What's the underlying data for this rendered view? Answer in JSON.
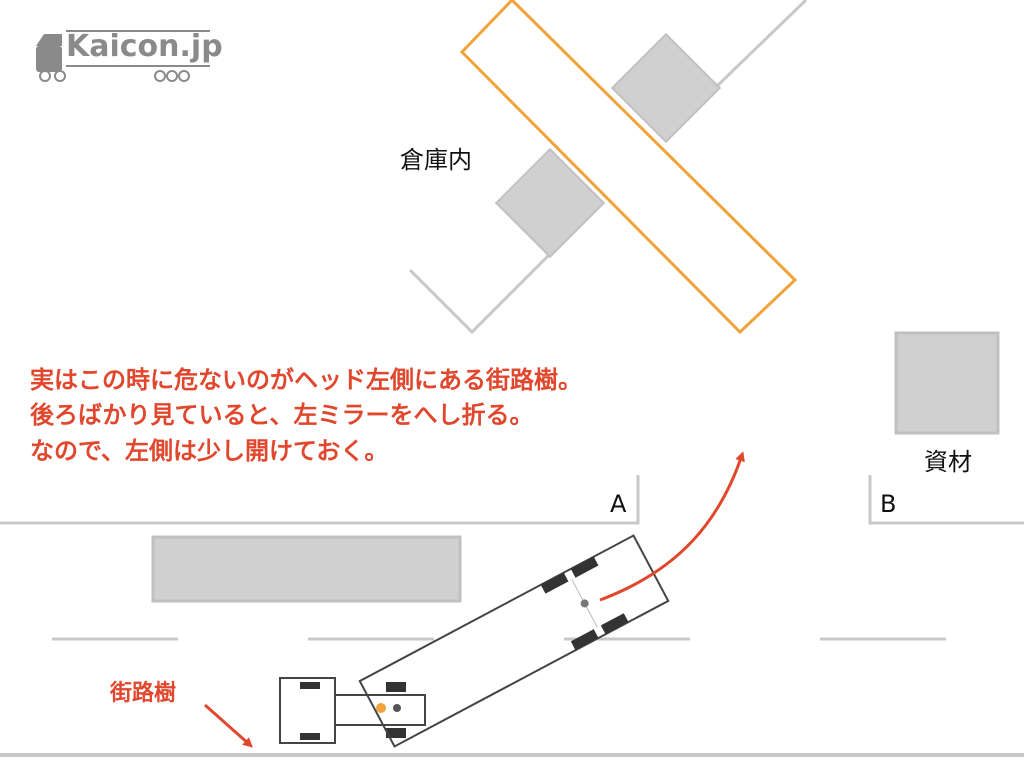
{
  "logo": {
    "text": "Kaicon.jp"
  },
  "labels": {
    "warehouse": "倉庫内",
    "materials": "資材",
    "point_a": "A",
    "point_b": "B",
    "street_tree": "街路樹"
  },
  "note": {
    "lines": [
      "実はこの時に危ないのがヘッド左側にある街路樹。",
      "後ろばかり見ていると、左ミラーをへし折る。",
      "なので、左側は少し開けておく。"
    ]
  },
  "colors": {
    "accent": "#e0472d",
    "dock": "#f0a33a",
    "wall": "#c8c8c8",
    "block_fill": "#d0d0d0",
    "block_stroke": "#bdbdbd",
    "truck": "#444444",
    "logo": "#8a8a8a"
  }
}
